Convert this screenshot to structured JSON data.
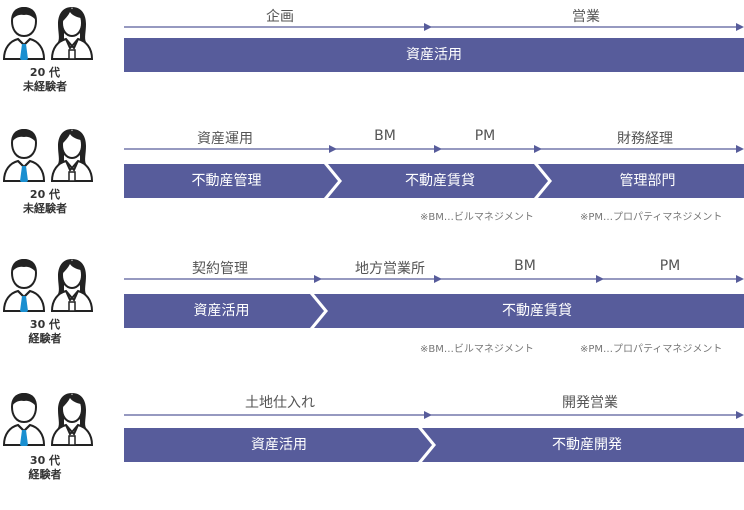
{
  "colors": {
    "accent": "#575c9b",
    "tie": "#1a8fd0",
    "line": "#575c9b"
  },
  "rows": [
    {
      "person": {
        "age": "20 代",
        "experience": "未経験者"
      },
      "steps": [
        "企画",
        "営業"
      ],
      "bars": [
        "資産活用"
      ]
    },
    {
      "person": {
        "age": "20 代",
        "experience": "未経験者"
      },
      "steps": [
        "資産運用",
        "BM",
        "PM",
        "財務経理"
      ],
      "bars": [
        "不動産管理",
        "不動産賃貸",
        "管理部門"
      ],
      "notes": [
        "※BM…ビルマネジメント",
        "※PM…プロパティマネジメント"
      ]
    },
    {
      "person": {
        "age": "30 代",
        "experience": "経験者"
      },
      "steps": [
        "契約管理",
        "地方営業所",
        "BM",
        "PM"
      ],
      "bars": [
        "資産活用",
        "不動産賃貸"
      ],
      "notes": [
        "※BM…ビルマネジメント",
        "※PM…プロパティマネジメント"
      ]
    },
    {
      "person": {
        "age": "30 代",
        "experience": "経験者"
      },
      "steps": [
        "土地仕入れ",
        "開発営業"
      ],
      "bars": [
        "資産活用",
        "不動産開発"
      ]
    }
  ]
}
